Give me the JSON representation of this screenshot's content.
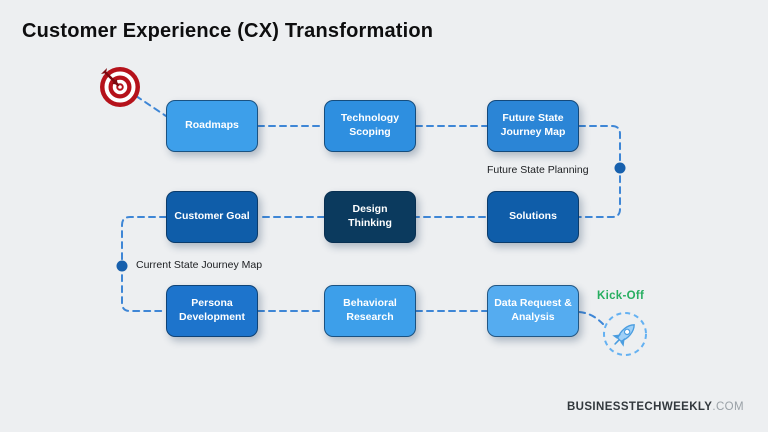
{
  "page": {
    "title": "Customer Experience (CX) Transformation",
    "background": "#edeff1"
  },
  "boxes": [
    {
      "id": "roadmaps",
      "label": "Roadmaps",
      "color": "#3d9fea"
    },
    {
      "id": "technology-scoping",
      "label": "Technology Scoping",
      "color": "#2e8fe0"
    },
    {
      "id": "future-state-journey",
      "label": "Future State Journey Map",
      "color": "#2b85d6"
    },
    {
      "id": "customer-goal",
      "label": "Customer Goal",
      "color": "#0f5da9"
    },
    {
      "id": "design-thinking",
      "label": "Design Thinking",
      "color": "#0b3a5e"
    },
    {
      "id": "solutions",
      "label": "Solutions",
      "color": "#0f5da9"
    },
    {
      "id": "persona-development",
      "label": "Persona Development",
      "color": "#1d74cc"
    },
    {
      "id": "behavioral-research",
      "label": "Behavioral Research",
      "color": "#3d9fea"
    },
    {
      "id": "data-request",
      "label": "Data Request & Analysis",
      "color": "#55acf0"
    }
  ],
  "annotations": {
    "future_state": "Future State Planning",
    "current_state": "Current State Journey Map",
    "kickoff": "Kick-Off"
  },
  "footer": {
    "brand": "BUSINESSTECHWEEKLY",
    "suffix": ".COM"
  },
  "icons": {
    "target": "target-icon",
    "rocket": "rocket-icon"
  },
  "colors": {
    "connector": "#3e86d6",
    "dot": "#1760ad",
    "kickoff_green": "#27ae60",
    "target_red": "#b5121b",
    "rocket_blue": "#9fd0f7",
    "rocket_outline": "#4a9de0"
  }
}
